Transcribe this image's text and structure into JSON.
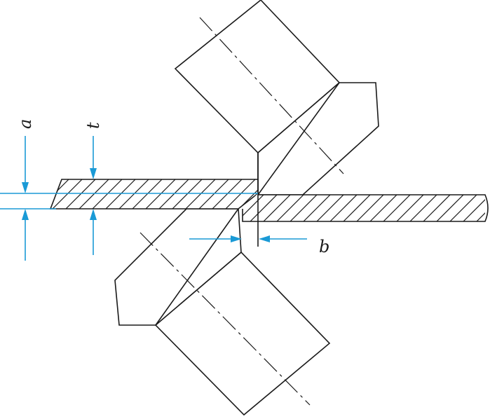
{
  "labels": {
    "a": "a",
    "t": "t",
    "b": "b"
  },
  "colors": {
    "outline": "#1a1a1a",
    "dimension": "#1a9ad6"
  }
}
